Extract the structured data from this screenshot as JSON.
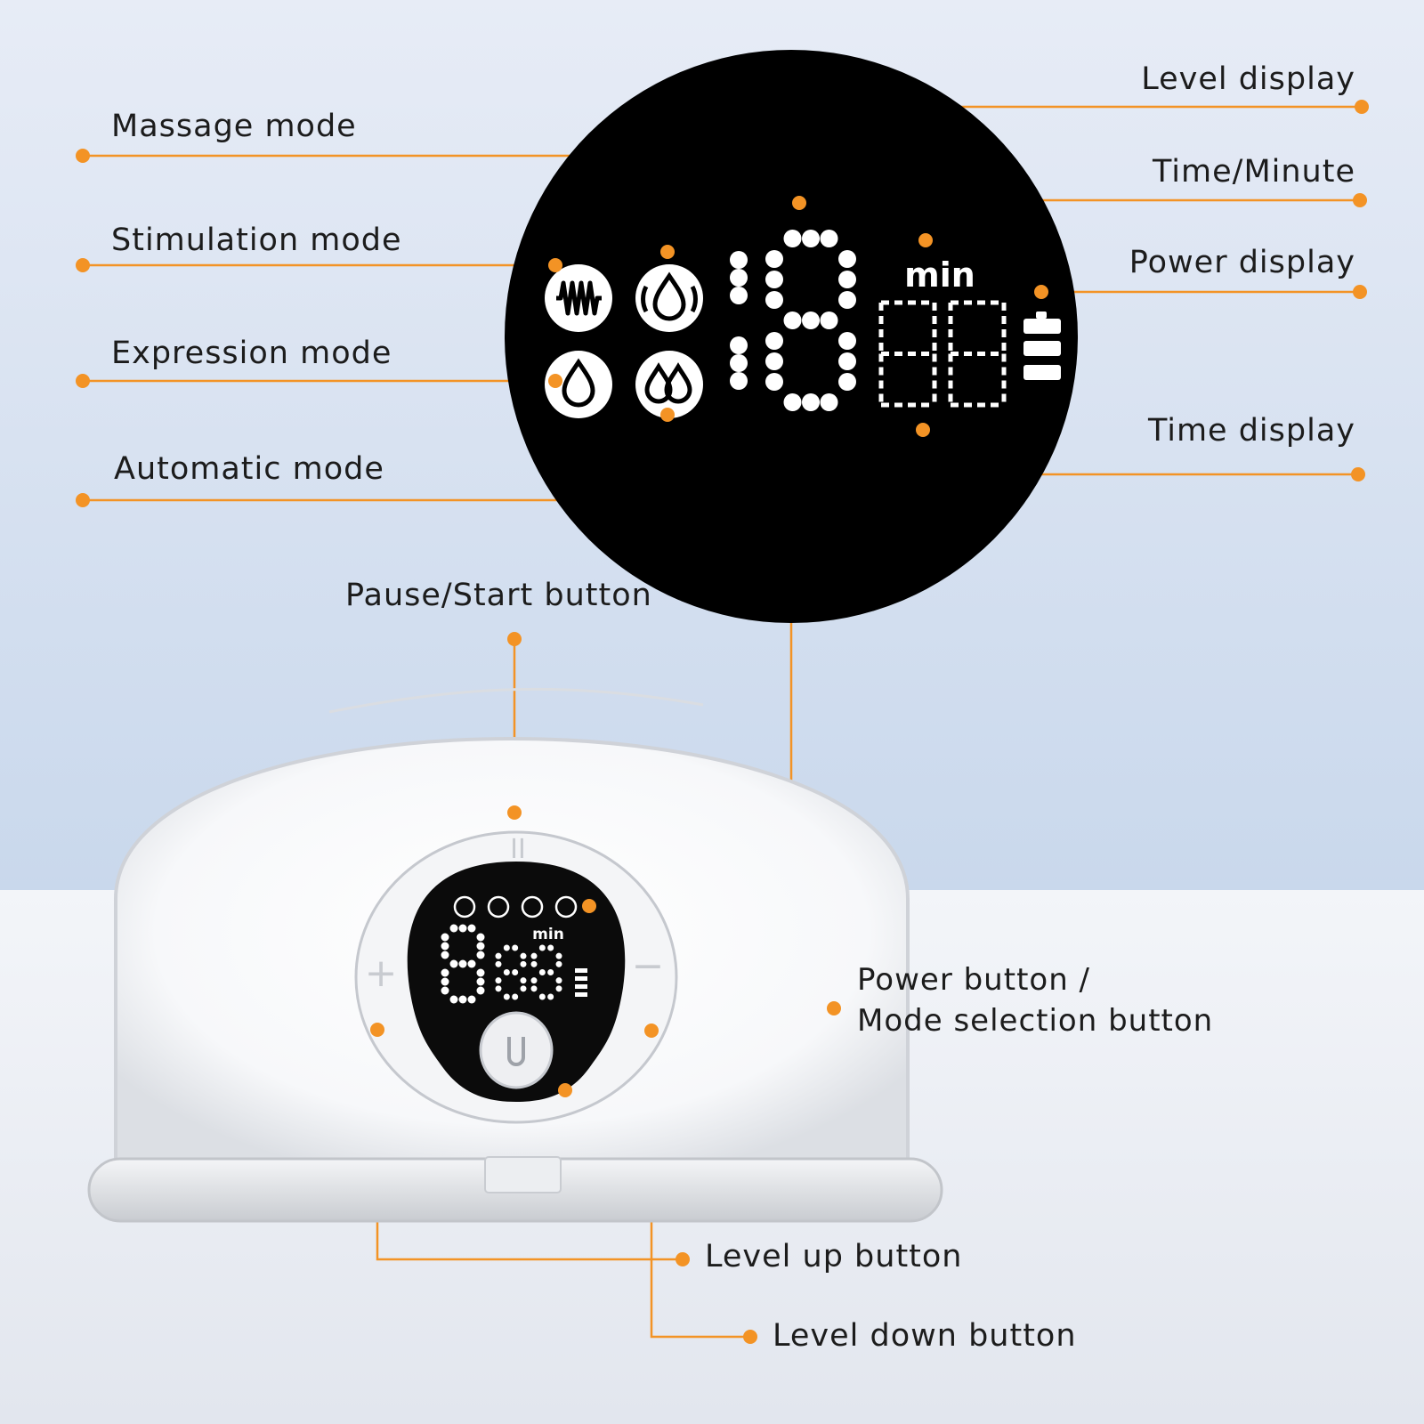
{
  "colors": {
    "accent": "#f39325",
    "display_bg": "#000000",
    "segment": "#ffffff",
    "bg_top": "#cfdcee",
    "bg_bottom": "#e9edf3"
  },
  "labels": {
    "massage_mode": "Massage mode",
    "stimulation_mode": "Stimulation mode",
    "expression_mode": "Expression mode",
    "automatic_mode": "Automatic mode",
    "level_display": "Level display",
    "time_minute": "Time/Minute",
    "power_display": "Power display",
    "time_display": "Time display",
    "pause_start_button": "Pause/Start button",
    "power_button_line1": "Power button /",
    "power_button_line2": "Mode selection button",
    "level_up_button": "Level up button",
    "level_down_button": "Level down button"
  },
  "display": {
    "unit": "min",
    "level_digits": "18",
    "time_digits": "88"
  },
  "device": {
    "plus_symbol": "+",
    "minus_symbol": "−",
    "pause_symbol": "II"
  },
  "icons": [
    "wave-icon",
    "water-drop-icon",
    "drop-swirl-icon",
    "double-drop-icon",
    "battery-icon"
  ]
}
